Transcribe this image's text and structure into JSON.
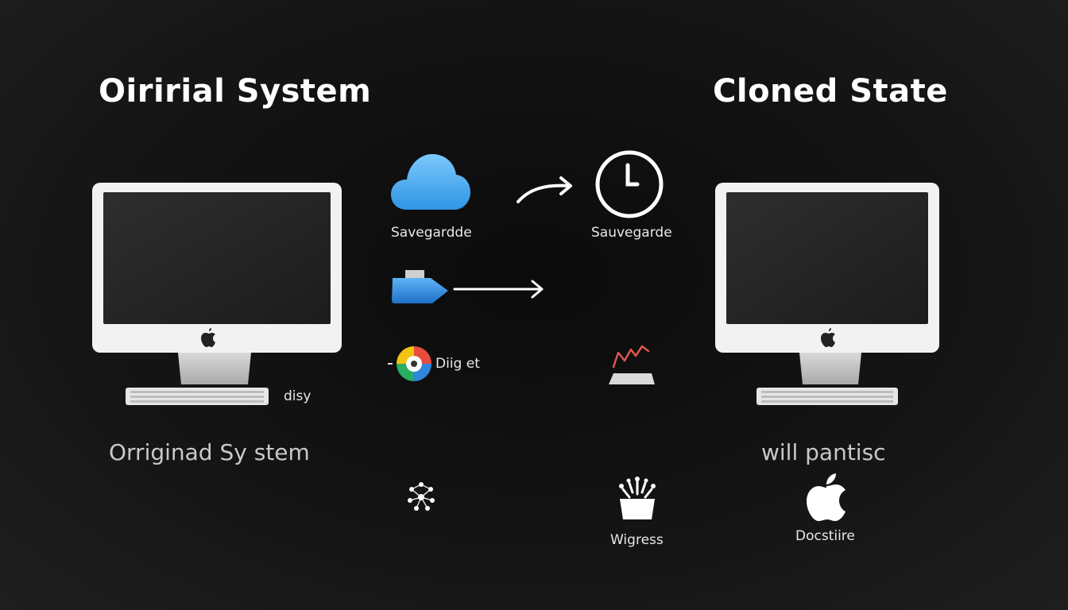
{
  "left": {
    "title": "Oiririal System",
    "subtitle": "Orriginad Sy stem",
    "monitor_label": "disy"
  },
  "right": {
    "title": "Cloned State",
    "subtitle": "will pantisc",
    "apple_label": "Docstiire"
  },
  "middle": {
    "cloud_label": "Savegardde",
    "clock_label": "Sauvegarde",
    "disk_label": "Diig et",
    "bucket_label": "Wigress"
  },
  "colors": {
    "background": "#0b0b0b",
    "cloud": "#3fa9f0",
    "drive": "#2e86de",
    "screen": "#2a2a2a",
    "monitor_body": "#f2f2f2"
  },
  "icons": {
    "cloud": "cloud-icon",
    "clock": "clock-icon",
    "drive": "usb-drive-icon",
    "disk": "colorful-disk-icon",
    "chart": "chart-icon",
    "network": "network-icon",
    "bucket": "bucket-icon",
    "apple": "apple-logo-icon"
  }
}
